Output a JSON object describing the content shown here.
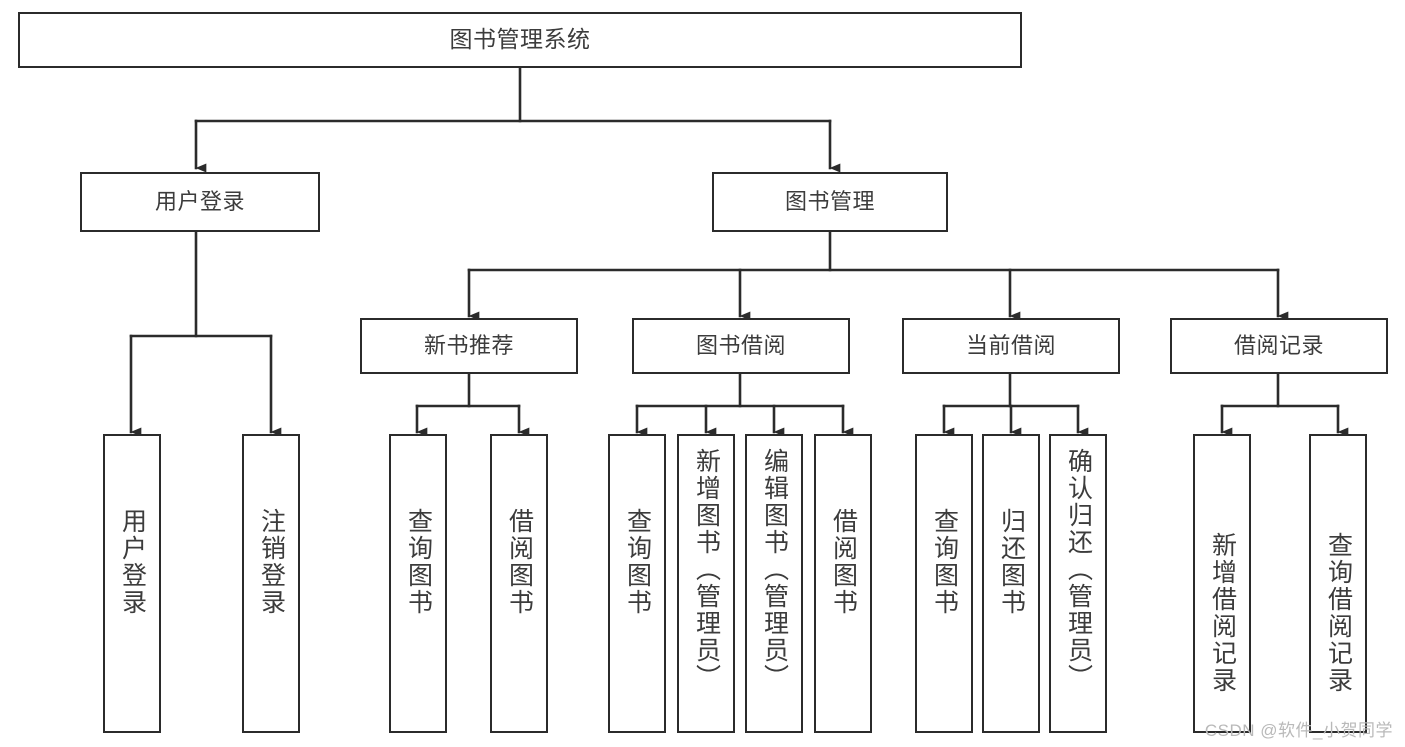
{
  "diagram": {
    "title": "图书管理系统",
    "type": "tree-hierarchy",
    "watermark": "CSDN @软件_小贺同学",
    "colors": {
      "stroke": "#2b2b2b",
      "text": "#3c3c3c",
      "background": "#ffffff",
      "watermark": "#b9b9b9"
    },
    "root": {
      "label": "图书管理系统"
    },
    "level2": [
      {
        "id": "user-login",
        "label": "用户登录"
      },
      {
        "id": "book-manage",
        "label": "图书管理"
      }
    ],
    "level3": [
      {
        "id": "new-book-recommend",
        "label": "新书推荐",
        "parent": "book-manage"
      },
      {
        "id": "book-borrow",
        "label": "图书借阅",
        "parent": "book-manage"
      },
      {
        "id": "current-borrow",
        "label": "当前借阅",
        "parent": "book-manage"
      },
      {
        "id": "borrow-record",
        "label": "借阅记录",
        "parent": "book-manage"
      }
    ],
    "leaves": {
      "user-login": [
        {
          "id": "leaf-user-login",
          "label": "用户登录"
        },
        {
          "id": "leaf-logout",
          "label": "注销登录"
        }
      ],
      "new-book-recommend": [
        {
          "id": "leaf-query-book-1",
          "label": "查询图书"
        },
        {
          "id": "leaf-borrow-book-1",
          "label": "借阅图书"
        }
      ],
      "book-borrow": [
        {
          "id": "leaf-query-book-2",
          "label": "查询图书"
        },
        {
          "id": "leaf-add-book",
          "label": "新增图书（管理员）"
        },
        {
          "id": "leaf-edit-book",
          "label": "编辑图书（管理员）"
        },
        {
          "id": "leaf-borrow-book-2",
          "label": "借阅图书"
        }
      ],
      "current-borrow": [
        {
          "id": "leaf-query-book-3",
          "label": "查询图书"
        },
        {
          "id": "leaf-return-book",
          "label": "归还图书"
        },
        {
          "id": "leaf-confirm-return",
          "label": "确认归还（管理员）"
        }
      ],
      "borrow-record": [
        {
          "id": "leaf-add-record",
          "label": "新增借阅记录"
        },
        {
          "id": "leaf-query-record",
          "label": "查询借阅记录"
        }
      ]
    }
  }
}
